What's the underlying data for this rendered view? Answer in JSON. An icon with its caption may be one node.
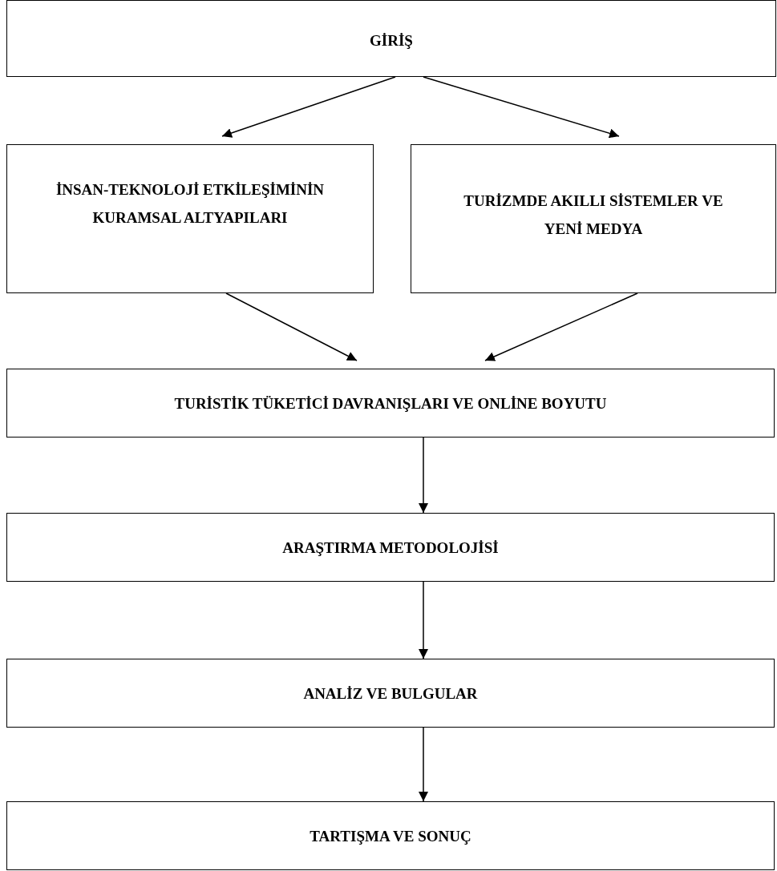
{
  "diagram": {
    "nodes": [
      {
        "text": [
          "GİRİŞ"
        ]
      },
      {
        "text": [
          "İNSAN-TEKNOLOJİ ETKİLEŞİMİNİN KURAMSAL ALTYAPILARI"
        ]
      },
      {
        "text": [
          "TURİZMDE AKILLI SİSTEMLER VE YENİ MEDYA"
        ]
      },
      {
        "text": [
          "TURİSTİK TÜKETİCİ DAVRANIŞLARI VE ONLİNE BOYUTU"
        ]
      },
      {
        "text": [
          "ARAŞTIRMA METODOLOJİSİ"
        ]
      },
      {
        "text": [
          "ANALİZ VE BULGULAR"
        ]
      },
      {
        "text": [
          "TARTIŞMA VE SONUÇ"
        ]
      }
    ],
    "edges": [
      {
        "from": 0,
        "to": 1,
        "arrow": "to"
      },
      {
        "from": 0,
        "to": 2,
        "arrow": "to"
      },
      {
        "from": 1,
        "to": 3,
        "arrow": "to"
      },
      {
        "from": 2,
        "to": 3,
        "arrow": "to"
      },
      {
        "from": 3,
        "to": 4,
        "arrow": "to"
      },
      {
        "from": 4,
        "to": 5,
        "arrow": "to"
      },
      {
        "from": 5,
        "to": 6,
        "arrow": "to"
      }
    ]
  }
}
